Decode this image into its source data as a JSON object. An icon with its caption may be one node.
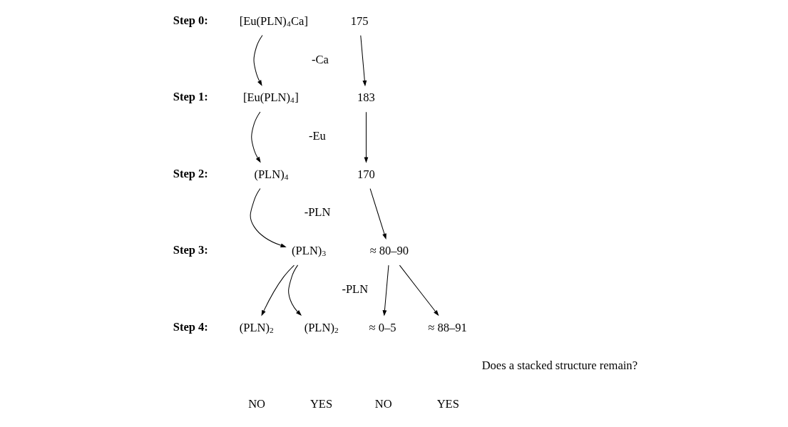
{
  "diagram": {
    "nodes": [
      {
        "text": [
          "[Eu(PLN)$_{4}$Ca]"
        ]
      },
      {
        "text": [
          "[Eu(PLN)$_{4}$]"
        ]
      },
      {
        "text": [
          "(PLN)$_{4}$"
        ]
      },
      {
        "text": [
          "(PLN)$_{3}$"
        ]
      },
      {
        "text": [
          "(PLN)$_{2}$"
        ]
      },
      {
        "text": [
          "(PLN)$_{2}$"
        ]
      },
      {
        "text": [
          "175"
        ]
      },
      {
        "text": [
          "183"
        ]
      },
      {
        "text": [
          "170"
        ]
      },
      {
        "text": [
          "≈ 80–90"
        ]
      },
      {
        "text": [
          "≈ 0–5"
        ]
      },
      {
        "text": [
          "≈ 88–91"
        ]
      }
    ],
    "edges": [
      {
        "from": 0,
        "to": 1,
        "arrow": "to"
      },
      {
        "from": 1,
        "to": 2,
        "arrow": "to"
      },
      {
        "from": 2,
        "to": 3,
        "arrow": "to"
      },
      {
        "from": 3,
        "to": 4,
        "arrow": "to"
      },
      {
        "from": 3,
        "to": 5,
        "arrow": "to"
      },
      {
        "from": 6,
        "to": 7,
        "arrow": "to"
      },
      {
        "from": 7,
        "to": 8,
        "arrow": "to"
      },
      {
        "from": 8,
        "to": 9,
        "arrow": "to"
      },
      {
        "from": 9,
        "to": 10,
        "arrow": "to"
      },
      {
        "from": 9,
        "to": 11,
        "arrow": "to"
      }
    ],
    "labels": [
      "Step 0:",
      "-Ca",
      "Step 1:",
      "-Eu",
      "Step 2:",
      "-PLN",
      "Step 3:",
      "-PLN",
      "Step 4:",
      "Does a stacked structure remain?",
      "NO",
      "YES",
      "NO",
      "YES"
    ]
  }
}
